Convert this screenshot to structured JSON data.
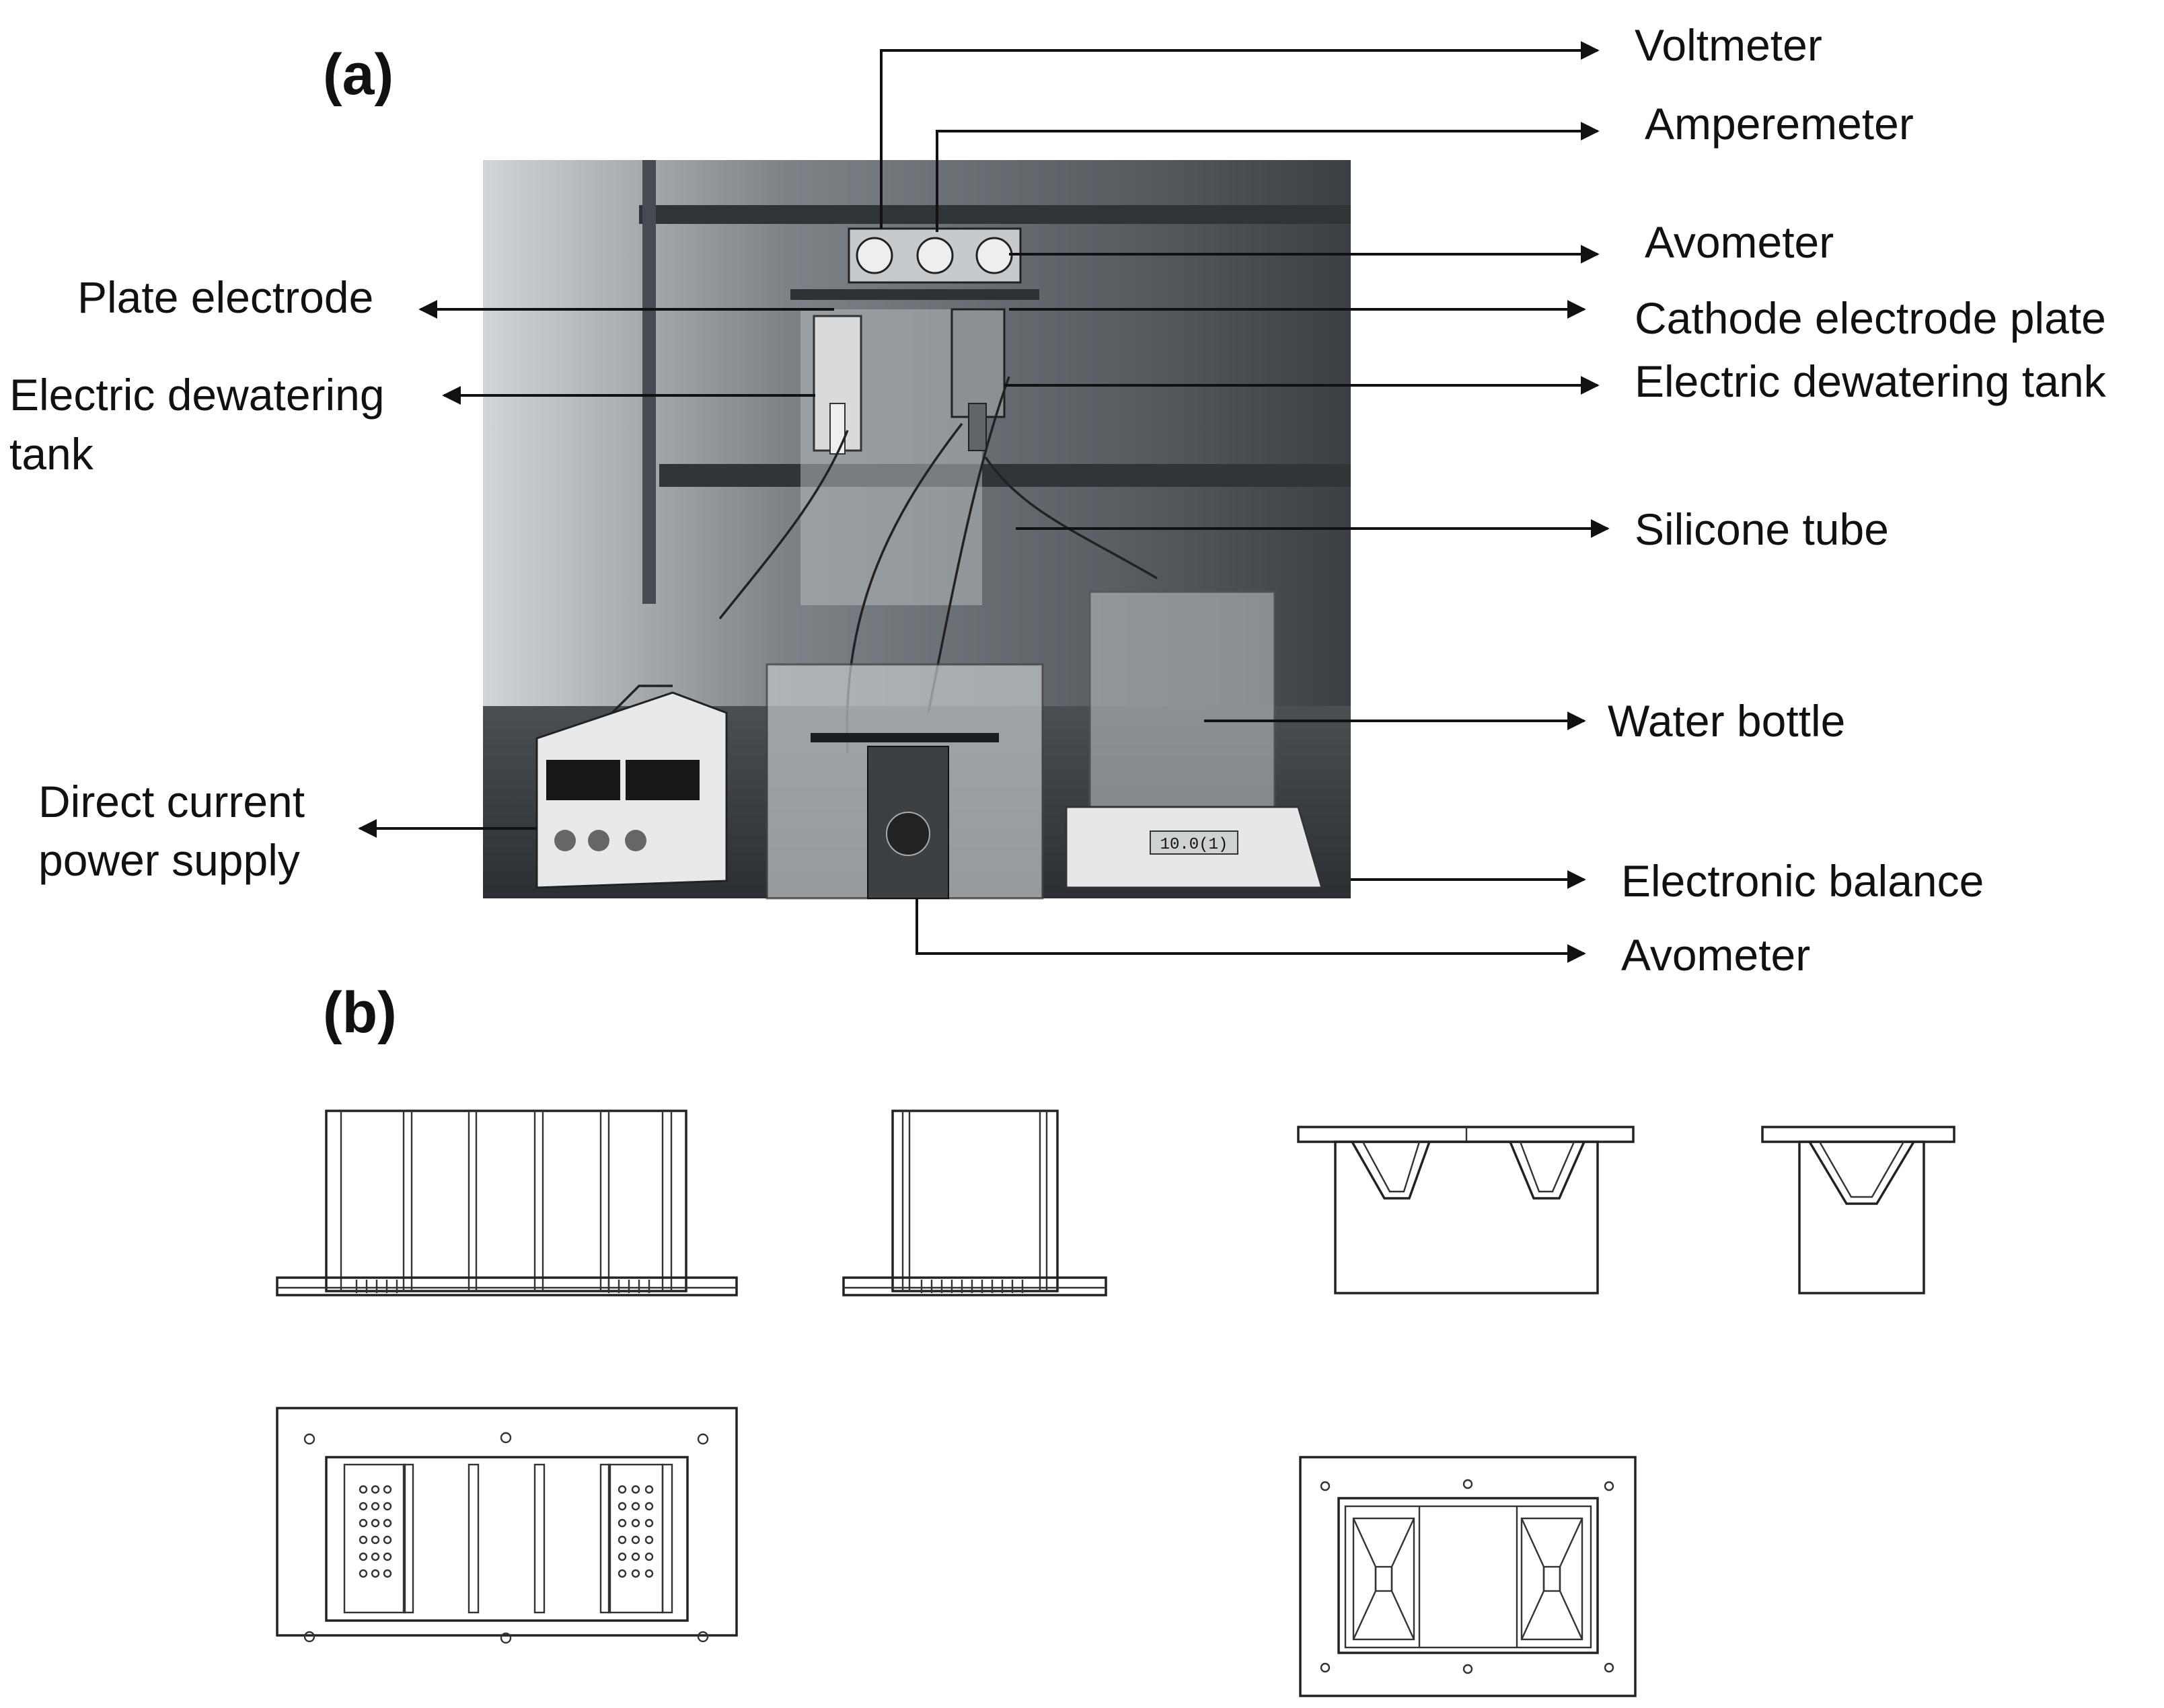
{
  "panels": {
    "a": "(a)",
    "b": "(b)"
  },
  "callouts": {
    "voltmeter": "Voltmeter",
    "amperemeter": "Amperemeter",
    "avometter_top": "Avometer",
    "cathode_plate": "Cathode electrode plate",
    "tank_right": "Electric dewatering tank",
    "silicone_tube": "Silicone tube",
    "water_bottle": "Water bottle",
    "electronic_balance": "Electronic balance",
    "avometer_bottom": "Avometer",
    "plate_electrode": "Plate electrode",
    "tank_left_line1": "Electric dewatering",
    "tank_left_line2": "tank",
    "dc_supply_line1": "Direct current",
    "dc_supply_line2": "power supply"
  },
  "instrument_texts": {
    "balance_display": "10.0(1)"
  },
  "colors": {
    "line": "#111111",
    "photo_dark": "#3a3f44",
    "photo_light": "#c9ccce"
  }
}
